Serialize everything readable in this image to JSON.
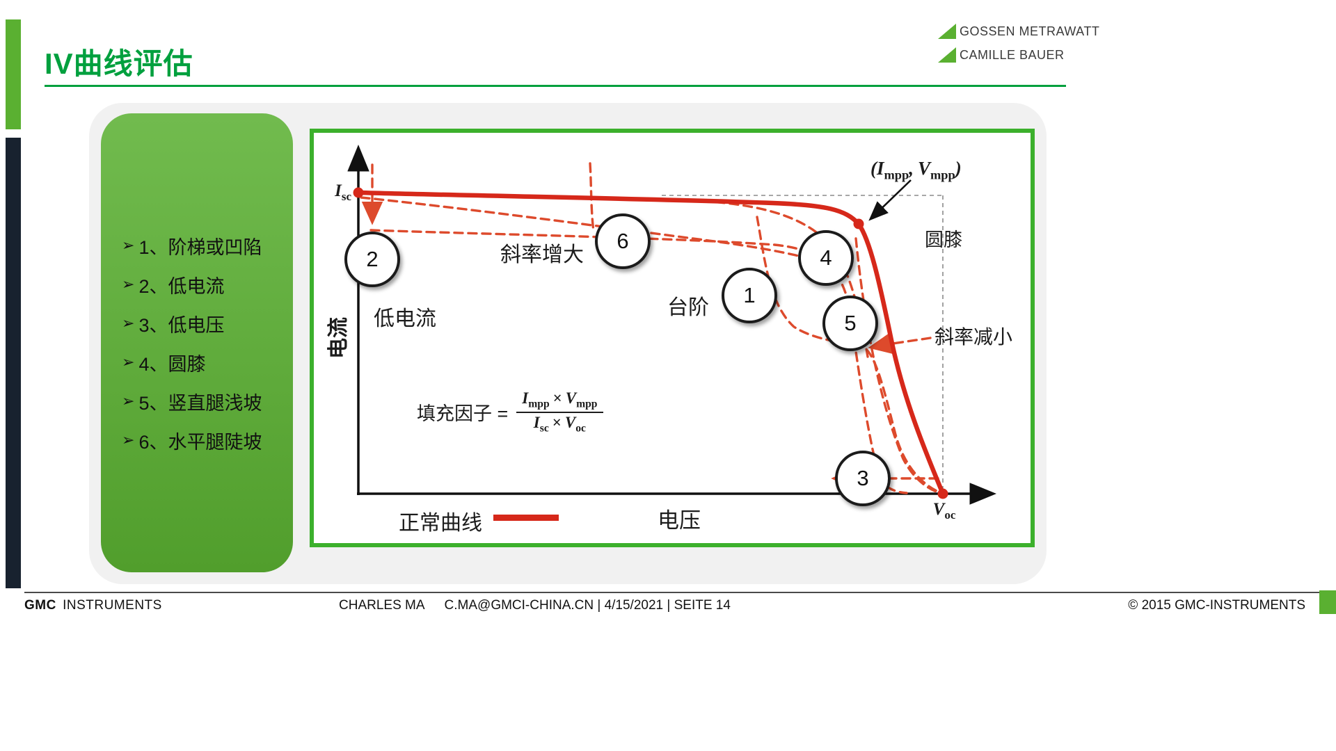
{
  "slide": {
    "title": "IV曲线评估",
    "logo": {
      "line1": "GOSSEN METRAWATT",
      "line2": "CAMILLE BAUER"
    },
    "footer": {
      "brand_bold": "GMC",
      "brand_rest": "INSTRUMENTS",
      "author": "CHARLES MA",
      "meta": "C.MA@GMCI-CHINA.CN | 4/15/2021 | SEITE 14",
      "copyright": "© 2015 GMC-INSTRUMENTS"
    },
    "colors": {
      "accent_green": "#5ab031",
      "title_green": "#00a03e",
      "navy": "#18222f"
    }
  },
  "list": {
    "bullet": "➢",
    "items": [
      {
        "label": "1、阶梯或凹陷"
      },
      {
        "label": "2、低电流"
      },
      {
        "label": "3、低电压"
      },
      {
        "label": "4、圆膝"
      },
      {
        "label": "5、竖直腿浅坡"
      },
      {
        "label": "6、水平腿陡坡"
      }
    ]
  },
  "chart": {
    "type": "line-diagram",
    "description": "IV curve of a PV module: normal curve (solid red) vs six dashed defect curves keyed to numbered callouts",
    "y_axis_label": "电流",
    "x_axis_label": "电压",
    "isc": {
      "base": "I",
      "sub": "sc"
    },
    "voc": {
      "base": "V",
      "sub": "oc"
    },
    "mpp": {
      "open": "(",
      "i": "I",
      "i_sub": "mpp",
      "sep": ",",
      "v": "V",
      "v_sub": "mpp",
      "close": ")"
    },
    "labels": {
      "low_current": "低电流",
      "slope_increase": "斜率增大",
      "step": "台阶",
      "round_knee": "圆膝",
      "slope_decrease": "斜率减小",
      "normal_curve": "正常曲线"
    },
    "callouts": [
      "2",
      "6",
      "1",
      "4",
      "5",
      "3"
    ],
    "formula": {
      "lhs": "填充因子 =",
      "num_i": "I",
      "num_i_sub": "mpp",
      "num_times": "×",
      "num_v": "V",
      "num_v_sub": "mpp",
      "den_i": "I",
      "den_i_sub": "sc",
      "den_times": "×",
      "den_v": "V",
      "den_v_sub": "oc"
    },
    "colors": {
      "normal_curve": "#d6281a",
      "defect_dashed": "#dd4a2c",
      "frame": "#3cb02c"
    }
  }
}
